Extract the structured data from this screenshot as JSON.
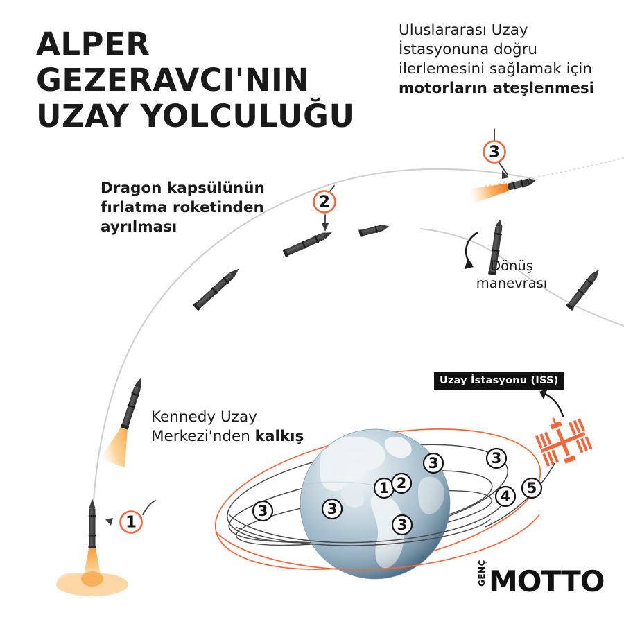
{
  "title": {
    "line1": "ALPER",
    "line2": "GEZERAVCI'NIN",
    "line3": "UZAY YOLCULUĞU"
  },
  "annotations": {
    "step3_prefix": "Uluslararası Uzay İstasyonuna doğru ilerlemesini sağlamak için ",
    "step3_bold": "motorların ateşlenmesi",
    "step2": "Dragon kapsülünün fırlatma roketinden ayrılması",
    "turn_maneuver_line1": "Dönüş",
    "turn_maneuver_line2": "manevrası",
    "launch_prefix": "Kennedy Uzay Merkezi'nden ",
    "launch_bold": "kalkış",
    "iss_label": "Uzay İstasyonu (ISS)"
  },
  "callouts": {
    "marker_1": "1",
    "marker_2": "2",
    "marker_3": "3"
  },
  "orbit_markers": {
    "m1": "1",
    "m2": "2",
    "m3_a": "3",
    "m3_b": "3",
    "m3_c": "3",
    "m3_d": "3",
    "m3_e": "3",
    "m4": "4",
    "m5": "5"
  },
  "logo": {
    "genc": "GENÇ",
    "motto": "MOTTO"
  },
  "colors": {
    "accent_orange": "#F4663A",
    "flame_orange": "#F7941E",
    "ink": "#1a1a1a",
    "rocket_body": "#4d4d4d",
    "rocket_dark": "#3a3a3a",
    "earth_blue": "#8fadc0",
    "earth_land": "#e9eef0",
    "trajectory": "#c9c9c9",
    "orbit_line": "#4a4a4a",
    "badge_bg": "#111111"
  }
}
